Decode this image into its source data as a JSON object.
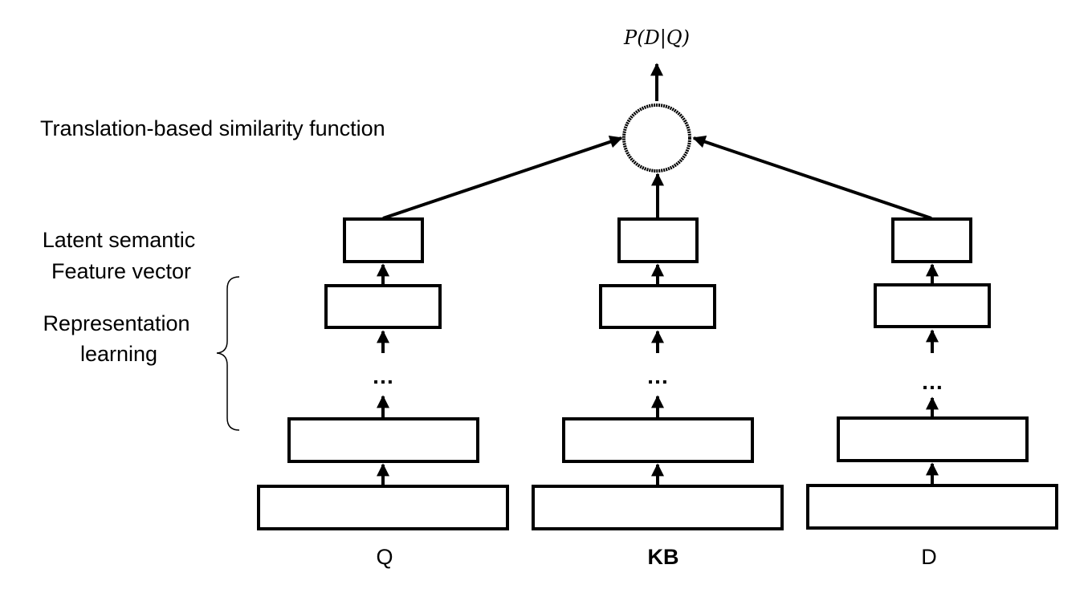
{
  "output_label": "P(D|Q)",
  "labels": {
    "similarity": "Translation-based similarity function",
    "latent_line1": "Latent semantic",
    "latent_line2": "Feature vector",
    "repr_line1": "Representation",
    "repr_line2": "learning"
  },
  "columns": [
    {
      "label": "Q",
      "bold": false
    },
    {
      "label": "KB",
      "bold": true
    },
    {
      "label": "D",
      "bold": false
    }
  ],
  "ellipsis": "…"
}
